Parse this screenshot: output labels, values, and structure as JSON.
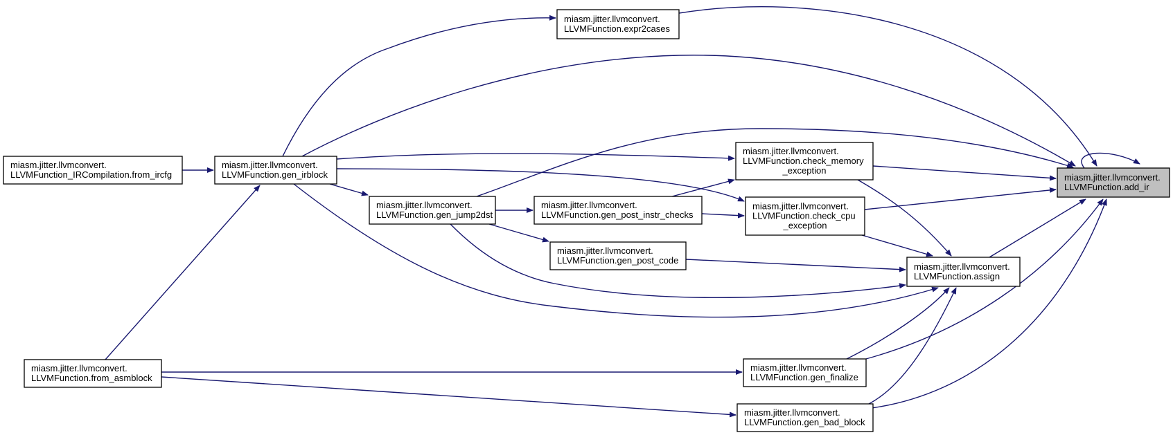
{
  "colors": {
    "edge": "#191970",
    "node_fill": "#ffffff",
    "node_focus_fill": "#bfbfbf",
    "node_border": "#000000"
  },
  "nodes": [
    {
      "id": "add_ir",
      "lines": [
        "miasm.jitter.llvmconvert.",
        "LLVMFunction.add_ir"
      ],
      "focus": true
    },
    {
      "id": "expr2cases",
      "lines": [
        "miasm.jitter.llvmconvert.",
        "LLVMFunction.expr2cases"
      ]
    },
    {
      "id": "from_ircfg",
      "lines": [
        "miasm.jitter.llvmconvert.",
        "LLVMFunction_IRCompilation.from_ircfg"
      ]
    },
    {
      "id": "gen_irblock",
      "lines": [
        "miasm.jitter.llvmconvert.",
        "LLVMFunction.gen_irblock"
      ]
    },
    {
      "id": "check_memory_exception",
      "lines": [
        "miasm.jitter.llvmconvert.",
        "LLVMFunction.check_memory",
        "_exception"
      ]
    },
    {
      "id": "gen_jump2dst",
      "lines": [
        "miasm.jitter.llvmconvert.",
        "LLVMFunction.gen_jump2dst"
      ]
    },
    {
      "id": "gen_post_instr_checks",
      "lines": [
        "miasm.jitter.llvmconvert.",
        "LLVMFunction.gen_post_instr_checks"
      ]
    },
    {
      "id": "check_cpu_exception",
      "lines": [
        "miasm.jitter.llvmconvert.",
        "LLVMFunction.check_cpu",
        "_exception"
      ]
    },
    {
      "id": "gen_post_code",
      "lines": [
        "miasm.jitter.llvmconvert.",
        "LLVMFunction.gen_post_code"
      ]
    },
    {
      "id": "assign",
      "lines": [
        "miasm.jitter.llvmconvert.",
        "LLVMFunction.assign"
      ]
    },
    {
      "id": "from_asmblock",
      "lines": [
        "miasm.jitter.llvmconvert.",
        "LLVMFunction.from_asmblock"
      ]
    },
    {
      "id": "gen_finalize",
      "lines": [
        "miasm.jitter.llvmconvert.",
        "LLVMFunction.gen_finalize"
      ]
    },
    {
      "id": "gen_bad_block",
      "lines": [
        "miasm.jitter.llvmconvert.",
        "LLVMFunction.gen_bad_block"
      ]
    }
  ],
  "edges": [
    {
      "from": "expr2cases",
      "to": "add_ir"
    },
    {
      "from": "gen_irblock",
      "to": "expr2cases"
    },
    {
      "from": "gen_irblock",
      "to": "add_ir"
    },
    {
      "from": "gen_jump2dst",
      "to": "add_ir"
    },
    {
      "from": "check_memory_exception",
      "to": "add_ir"
    },
    {
      "from": "check_cpu_exception",
      "to": "add_ir"
    },
    {
      "from": "assign",
      "to": "add_ir"
    },
    {
      "from": "gen_finalize",
      "to": "add_ir"
    },
    {
      "from": "gen_bad_block",
      "to": "add_ir"
    },
    {
      "from": "add_ir",
      "to": "add_ir"
    },
    {
      "from": "from_ircfg",
      "to": "gen_irblock"
    },
    {
      "from": "from_asmblock",
      "to": "gen_irblock"
    },
    {
      "from": "gen_irblock",
      "to": "check_memory_exception"
    },
    {
      "from": "gen_irblock",
      "to": "check_cpu_exception"
    },
    {
      "from": "gen_irblock",
      "to": "gen_jump2dst"
    },
    {
      "from": "gen_irblock",
      "to": "assign"
    },
    {
      "from": "gen_jump2dst",
      "to": "gen_post_instr_checks"
    },
    {
      "from": "gen_jump2dst",
      "to": "gen_post_code"
    },
    {
      "from": "gen_jump2dst",
      "to": "assign"
    },
    {
      "from": "gen_post_instr_checks",
      "to": "check_memory_exception"
    },
    {
      "from": "gen_post_instr_checks",
      "to": "check_cpu_exception"
    },
    {
      "from": "check_memory_exception",
      "to": "assign"
    },
    {
      "from": "check_cpu_exception",
      "to": "assign"
    },
    {
      "from": "gen_post_code",
      "to": "assign"
    },
    {
      "from": "gen_finalize",
      "to": "assign"
    },
    {
      "from": "gen_bad_block",
      "to": "assign"
    },
    {
      "from": "from_asmblock",
      "to": "gen_finalize"
    },
    {
      "from": "from_asmblock",
      "to": "gen_bad_block"
    }
  ]
}
